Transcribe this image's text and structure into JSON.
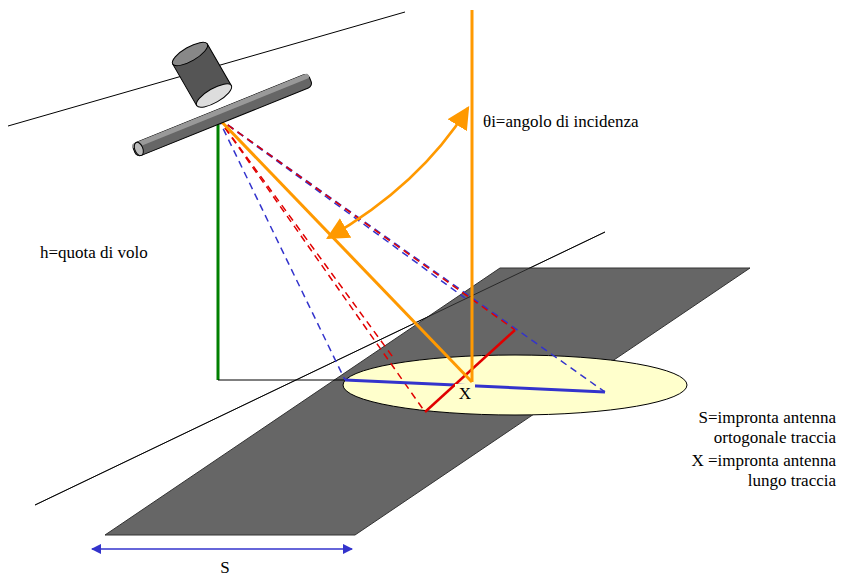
{
  "diagram": {
    "labels": [
      "h=quota di volo",
      "θi=angolo di incidenza",
      "X",
      "S=impronta antenna ortogonale traccia",
      "X =impronta antenna lungo traccia",
      "S"
    ]
  }
}
